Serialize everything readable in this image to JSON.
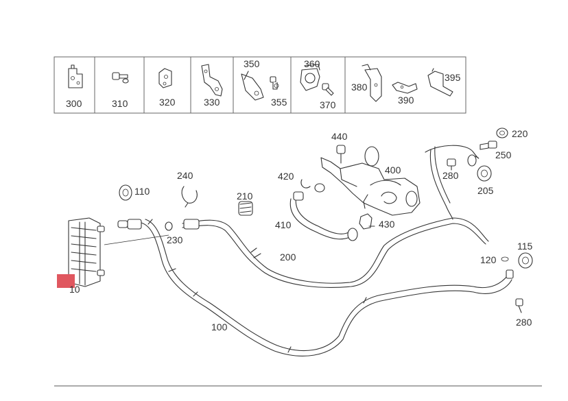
{
  "legend_labels": [
    "300",
    "310",
    "320",
    "330",
    "350",
    "355",
    "360",
    "370",
    "380",
    "390",
    "395"
  ],
  "part_labels": {
    "p10": "10",
    "p100": "100",
    "p110": "110",
    "p115": "115",
    "p120": "120",
    "p200": "200",
    "p205": "205",
    "p210": "210",
    "p220": "220",
    "p230": "230",
    "p240": "240",
    "p250": "250",
    "p280a": "280",
    "p280b": "280",
    "p400": "400",
    "p410": "410",
    "p420": "420",
    "p430": "430",
    "p440": "440"
  },
  "highlight_color": "#e0575f"
}
